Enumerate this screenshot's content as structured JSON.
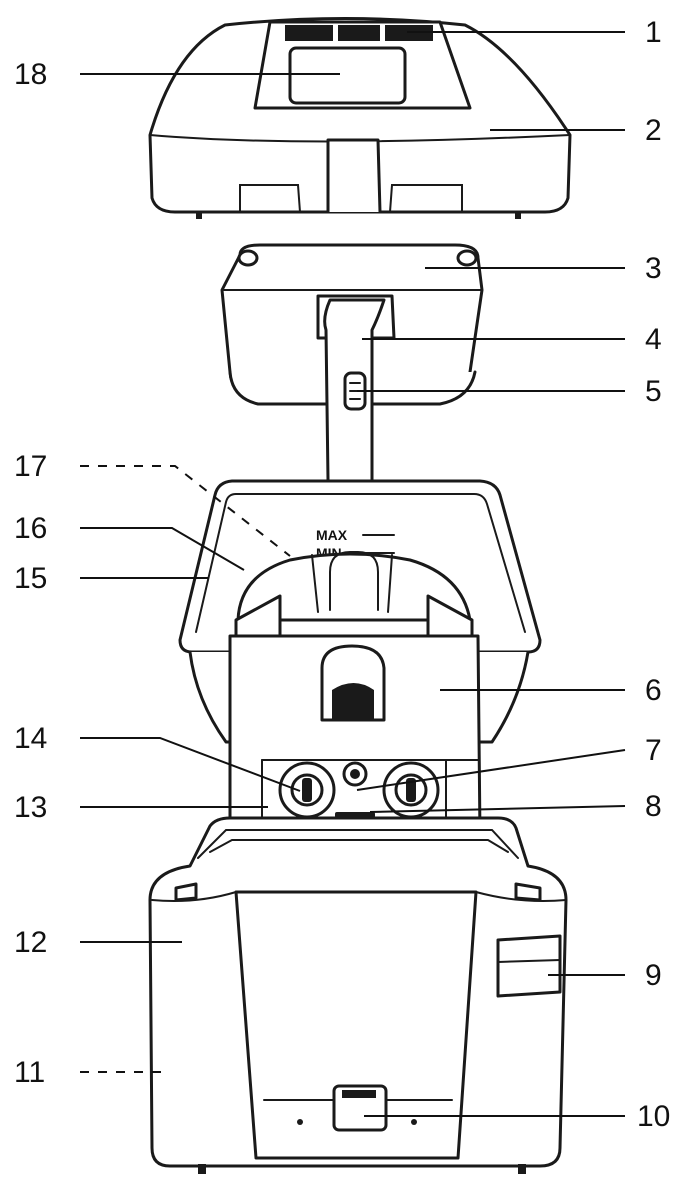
{
  "callouts": [
    {
      "id": "c1",
      "label": "1"
    },
    {
      "id": "c2",
      "label": "2"
    },
    {
      "id": "c3",
      "label": "3"
    },
    {
      "id": "c4",
      "label": "4"
    },
    {
      "id": "c5",
      "label": "5"
    },
    {
      "id": "c6",
      "label": "6"
    },
    {
      "id": "c7",
      "label": "7"
    },
    {
      "id": "c8",
      "label": "8"
    },
    {
      "id": "c9",
      "label": "9"
    },
    {
      "id": "c10",
      "label": "10"
    },
    {
      "id": "c11",
      "label": "11"
    },
    {
      "id": "c12",
      "label": "12"
    },
    {
      "id": "c13",
      "label": "13"
    },
    {
      "id": "c14",
      "label": "14"
    },
    {
      "id": "c15",
      "label": "15"
    },
    {
      "id": "c16",
      "label": "16"
    },
    {
      "id": "c17",
      "label": "17"
    },
    {
      "id": "c18",
      "label": "18"
    }
  ],
  "level_marks": {
    "max": "MAX",
    "min": "MIN"
  }
}
